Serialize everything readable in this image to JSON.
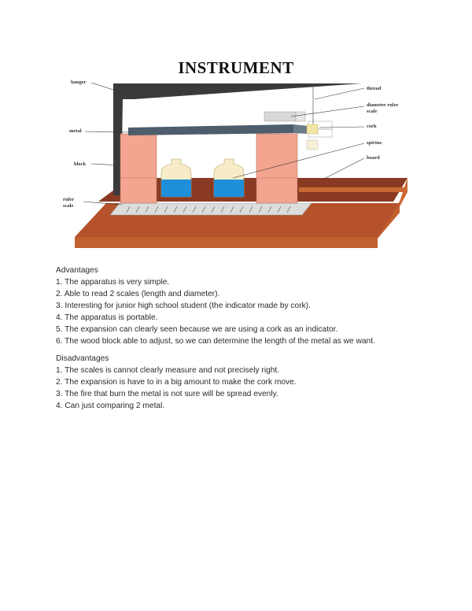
{
  "title": "INSTRUMENT",
  "diagram": {
    "labels": {
      "hanger": "hanger",
      "metal": "metal",
      "block": "block",
      "ruler_scale_1": "ruler",
      "ruler_scale_2": "scale",
      "thread": "thread",
      "diameter_1": "diameter ruler",
      "diameter_2": "scale",
      "cork": "cork",
      "spirtus": "spirtus",
      "board": "board"
    },
    "colors": {
      "board": "#b5522c",
      "board_top": "#8a3a22",
      "block": "#f4a58f",
      "metal": "#4e5d6b",
      "hanger": "#3a3a3a",
      "spirtus": "#1e8fd8",
      "ruler": "#dcdcdc"
    }
  },
  "advantages": {
    "heading": "Advantages",
    "items": [
      "1. The apparatus is very simple.",
      "2. Able to read 2 scales (length and diameter).",
      "3. Interesting for junior high school student (the indicator made by cork).",
      "4. The apparatus is portable.",
      "5. The expansion can clearly seen because we are using a cork as an indicator.",
      "6. The wood block able to adjust, so we can determine the length of the metal as we want."
    ]
  },
  "disadvantages": {
    "heading": "Disadvantages",
    "items": [
      "1. The scales is cannot clearly measure and not precisely right.",
      "2. The expansion is have to in a big amount to make the cork move.",
      "3. The fire that burn the metal is not sure will be spread evenly.",
      "4. Can just comparing 2 metal."
    ]
  }
}
